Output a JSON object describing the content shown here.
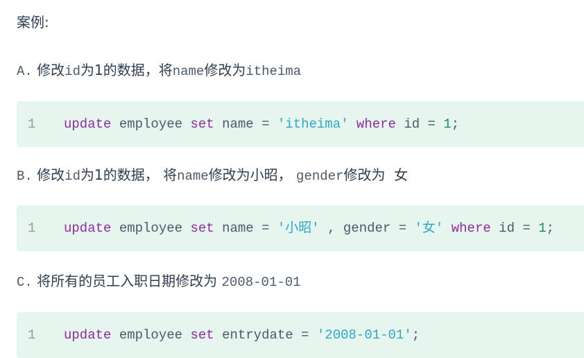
{
  "heading": "案例:",
  "items": [
    {
      "letter": "A.",
      "parts": [
        "修改",
        "id",
        "为1的数据，将",
        "name",
        "修改为",
        "itheima"
      ],
      "code": {
        "line": "1",
        "tokens": [
          "update",
          " employee ",
          "set",
          " name = ",
          "'itheima'",
          " ",
          "where",
          " id = ",
          "1",
          ";"
        ]
      }
    },
    {
      "letter": "B.",
      "parts": [
        "修改",
        "id",
        "为1的数据， 将",
        "name",
        "修改为小昭， ",
        "gender",
        "修改为  女"
      ],
      "code": {
        "line": "1",
        "tokens": [
          "update",
          " employee ",
          "set",
          " name = ",
          "'小昭'",
          " , gender = ",
          "'女'",
          " ",
          "where",
          " id = ",
          "1",
          ";"
        ]
      }
    },
    {
      "letter": "C.",
      "parts": [
        "将所有的员工入职日期修改为 ",
        "2008-01-01"
      ],
      "code": {
        "line": "1",
        "tokens": [
          "update",
          " employee ",
          "set",
          " entrydate = ",
          "'2008-01-01'",
          ";"
        ]
      }
    }
  ],
  "colors": {
    "keyword": "#8e2a9e",
    "string": "#2fa7c8",
    "number": "#1f8a5c",
    "code_bg": "#e6f5ee"
  }
}
